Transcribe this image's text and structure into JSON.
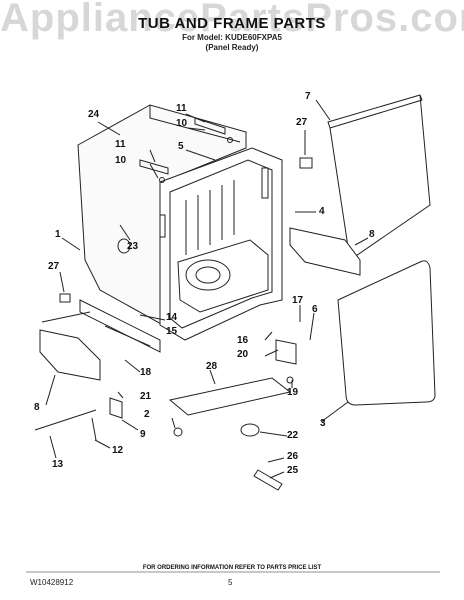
{
  "watermark": "AppliancePartsPros.com",
  "title": "TUB AND FRAME PARTS",
  "subtitle_model": "For Model: KUDE60FXPA5",
  "subtitle_type": "(Panel Ready)",
  "callouts": [
    "24",
    "11",
    "10",
    "11",
    "10",
    "5",
    "7",
    "27",
    "4",
    "1",
    "23",
    "8",
    "27",
    "17",
    "6",
    "14",
    "15",
    "16",
    "20",
    "28",
    "18",
    "19",
    "8",
    "21",
    "2",
    "9",
    "3",
    "22",
    "12",
    "13",
    "26",
    "25"
  ],
  "footer_note": "FOR ORDERING INFORMATION REFER TO PARTS PRICE LIST",
  "doc_number": "W10428912",
  "page_number": "5"
}
